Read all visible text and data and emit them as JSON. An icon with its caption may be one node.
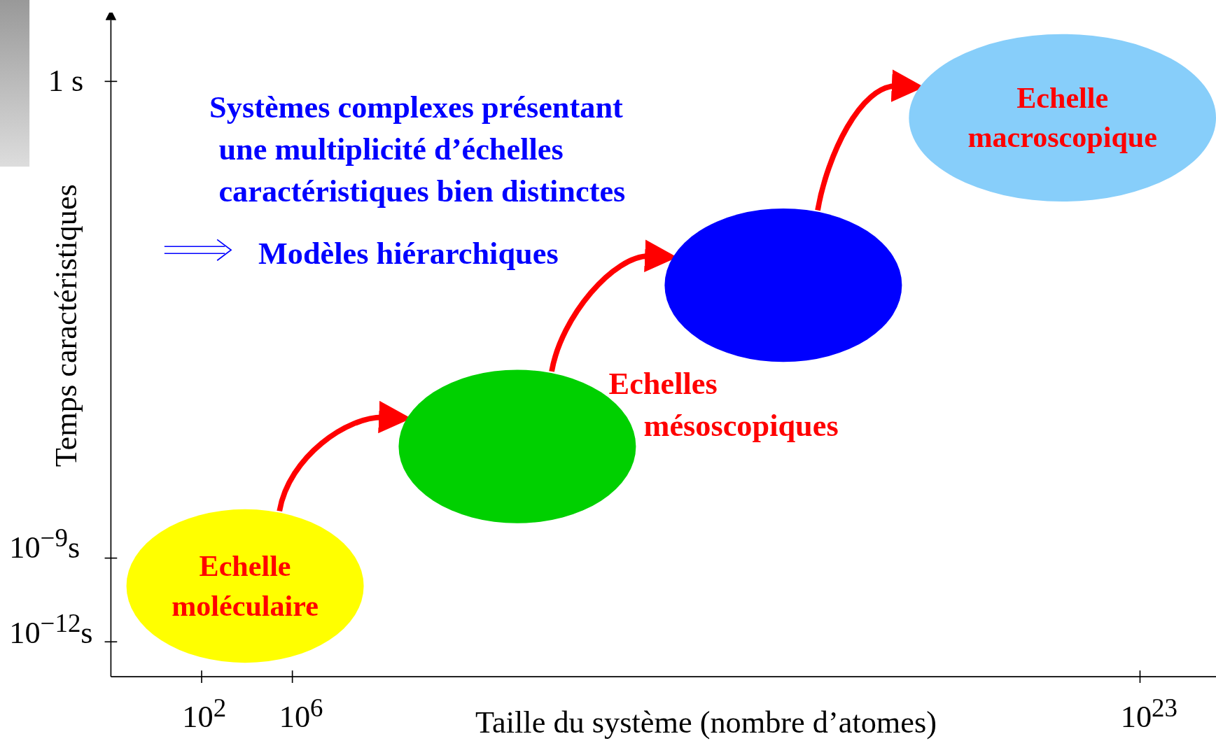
{
  "diagram": {
    "nodes": [
      {
        "text": [
          "Echelle moléculaire"
        ]
      },
      {
        "text": [],
        "shape": "circle"
      },
      {
        "text": [],
        "shape": "circle"
      },
      {
        "text": [
          "Echelle macroscopique"
        ]
      }
    ],
    "edges": [
      {
        "from": 0,
        "to": 1,
        "arrow": "to"
      },
      {
        "from": 1,
        "to": 2,
        "arrow": "to"
      },
      {
        "from": 2,
        "to": 3,
        "arrow": "to"
      }
    ],
    "labels": [
      "Systèmes complexes présentant une multiplicité d’échelles caractéristiques bien distinctes",
      "Modèles hiérarchiques",
      "Echelles mésoscopiques",
      "1 s",
      "10$^{−9}$s",
      "10$^{−12}$s",
      "Temps caractéristiques",
      "10$^{2}$",
      "10$^{6}$",
      "Taille du système (nombre d’atomes)",
      "10$^{23}$"
    ]
  }
}
